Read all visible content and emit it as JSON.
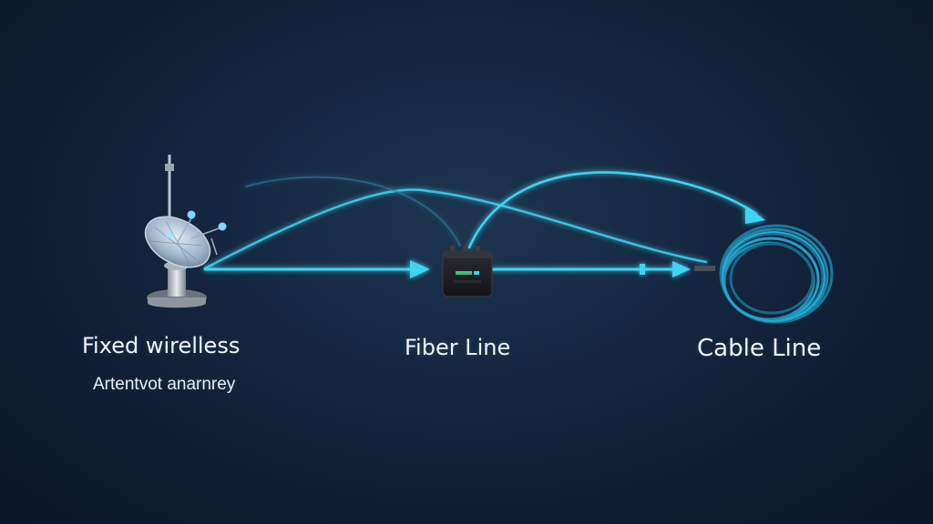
{
  "nodes": {
    "antenna": {
      "title": "Fixed wirelless",
      "subtitle": "Artentvot anarnrey"
    },
    "router": {
      "title": "Fiber Line"
    },
    "cable": {
      "title": "Cable Line"
    }
  },
  "colors": {
    "link": "#3fd4f2",
    "link_glow": "#1fa9d6",
    "cable_coil": "#1c7fa0",
    "router_body": "#1b1c21"
  },
  "icons": [
    "satellite-dish-icon",
    "router-icon",
    "cable-coil-icon"
  ]
}
